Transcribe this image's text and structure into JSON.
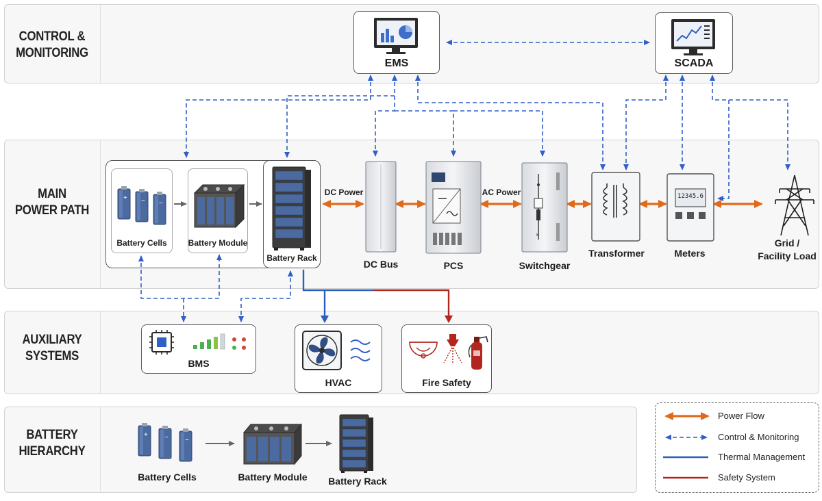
{
  "lanes": {
    "control": "CONTROL &\nMONITORING",
    "main": "MAIN\nPOWER PATH",
    "aux": "AUXILIARY\nSYSTEMS",
    "hierarchy": "BATTERY\nHIERARCHY"
  },
  "nodes": {
    "ems": "EMS",
    "scada": "SCADA",
    "battery_cells": "Battery Cells",
    "battery_module": "Battery Module",
    "battery_rack": "Battery Rack",
    "dc_bus": "DC Bus",
    "pcs": "PCS",
    "switchgear": "Switchgear",
    "transformer": "Transformer",
    "meters": "Meters",
    "grid": "Grid /\nFacility Load",
    "bms": "BMS",
    "hvac": "HVAC",
    "fire_safety": "Fire Safety"
  },
  "edge_labels": {
    "dc_power": "DC Power",
    "ac_power": "AC Power"
  },
  "meter_reading": "12345.6",
  "hierarchy": {
    "cells": "Battery Cells",
    "module": "Battery Module",
    "rack": "Battery Rack"
  },
  "legend": {
    "power_flow": "Power Flow",
    "control": "Control & Monitoring",
    "thermal": "Thermal Management",
    "safety": "Safety System"
  },
  "colors": {
    "power": "#e06a1b",
    "control": "#2f5fc8",
    "thermal": "#2a5fc0",
    "safety": "#b3261e",
    "battery": "#4a6aa0"
  }
}
